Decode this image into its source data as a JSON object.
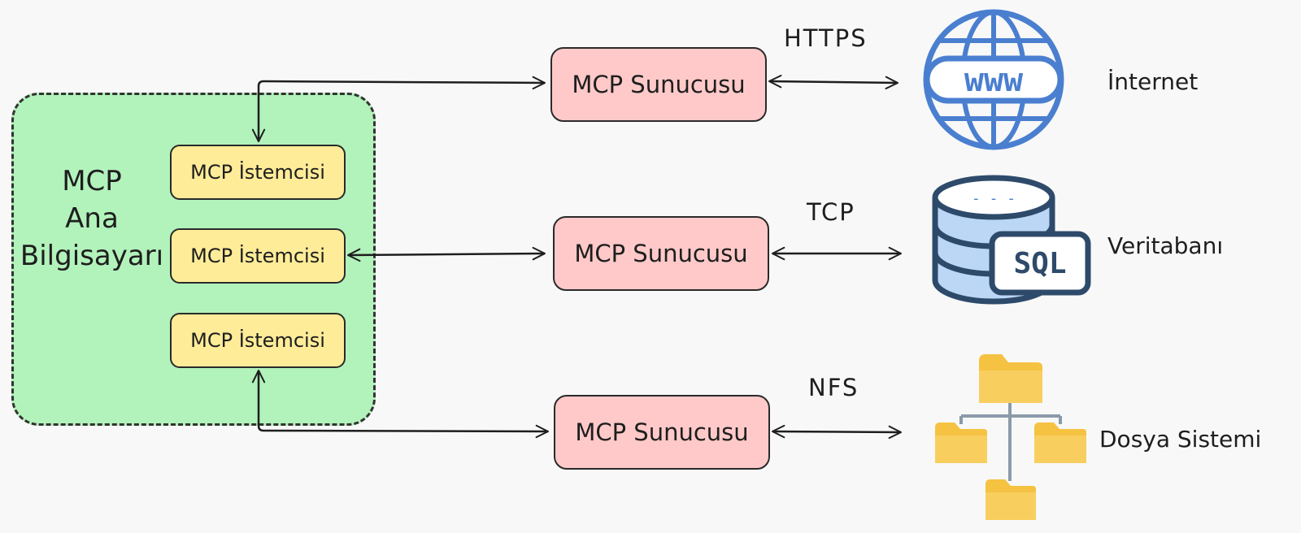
{
  "host": {
    "label_lines": [
      "MCP",
      "Ana",
      "Bilgisayarı"
    ]
  },
  "clients": [
    "MCP İstemcisi",
    "MCP İstemcisi",
    "MCP İstemcisi"
  ],
  "servers": [
    "MCP Sunucusu",
    "MCP Sunucusu",
    "MCP Sunucusu"
  ],
  "protocols": [
    "HTTPS",
    "TCP",
    "NFS"
  ],
  "resources": [
    "İnternet",
    "Veritabanı",
    "Dosya Sistemi"
  ],
  "icons": {
    "internet": "www",
    "database": "SQL",
    "database_dashes": "- - -"
  },
  "colors": {
    "host_fill": "#b2f2bb",
    "client_fill": "#ffec99",
    "server_fill": "#ffc9c9",
    "globe_blue": "#4a7fd0",
    "db_navy": "#2e4a6b",
    "db_light": "#bcd7f5",
    "folder_yellow": "#f5c242"
  }
}
